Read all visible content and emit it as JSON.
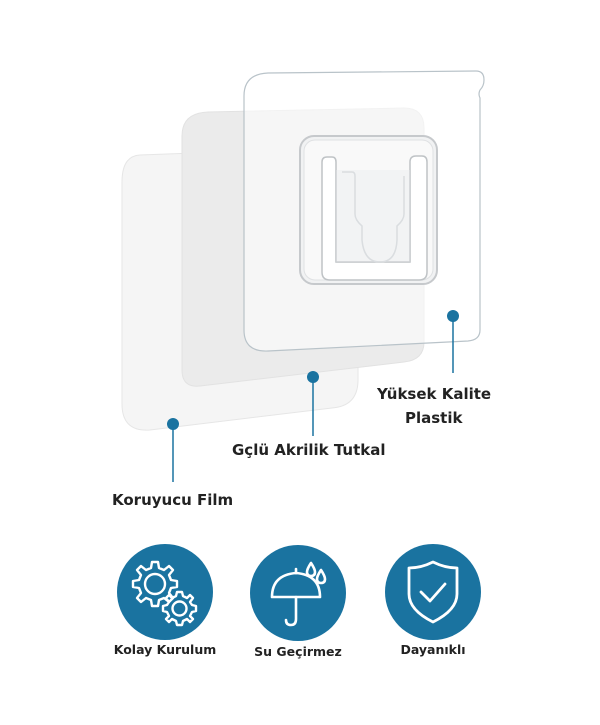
{
  "diagram": {
    "layers": [
      {
        "id": "film",
        "label": "Koruyucu Film"
      },
      {
        "id": "adhesive",
        "label": "Gçlü Akrilik Tutkal"
      },
      {
        "id": "plastic",
        "label_line1": "Yüksek Kalite",
        "label_line2": "Plastik"
      }
    ],
    "accent_color": "#1a73a0"
  },
  "features": [
    {
      "icon": "gears-icon",
      "label": "Kolay Kurulum"
    },
    {
      "icon": "umbrella-rain-icon",
      "label": "Su Geçirmez"
    },
    {
      "icon": "shield-check-icon",
      "label": "Dayanıklı"
    }
  ]
}
